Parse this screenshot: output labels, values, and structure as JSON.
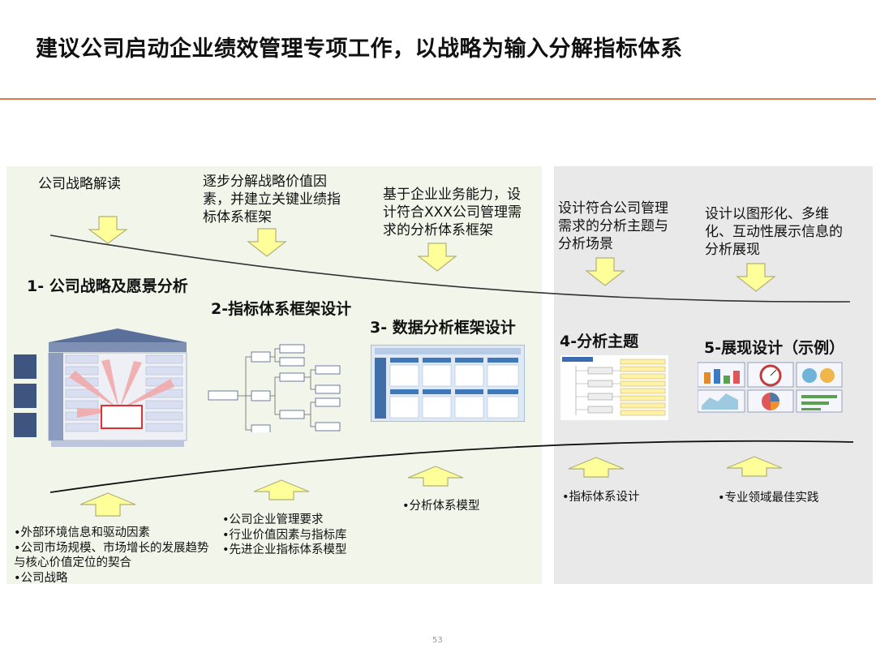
{
  "title": "建议公司启动企业绩效管理专项工作，以战略为输入分解指标体系",
  "top_inputs": [
    "公司战略解读",
    "逐步分解战略价值因素，并建立关键业绩指标体系框架",
    "基于企业业务能力，设计符合XXX公司管理需求的分析体系框架",
    "设计符合公司管理需求的分析主题与分析场景",
    "设计以图形化、多维化、互动性展示信息的分析展现"
  ],
  "steps": [
    "1- 公司战略及愿景分析",
    "2-指标体系框架设计",
    "3- 数据分析框架设计",
    "4-分析主题",
    "5-展现设计（示例）"
  ],
  "bottom_inputs": {
    "col1": [
      "•外部环境信息和驱动因素",
      "•公司市场规模、市场增长的发展趋势与核心价值定位的契合",
      "•公司战略"
    ],
    "col2": [
      "•公司企业管理要求",
      "•行业价值因素与指标库",
      "•先进企业指标体系模型"
    ],
    "col3": [
      "•分析体系模型"
    ],
    "col4": [
      "•指标体系设计"
    ],
    "col5": [
      "•专业领域最佳实践"
    ]
  },
  "page_number": "53",
  "colors": {
    "accent_line": "#e0764a",
    "arrow_fill": "#ffff99",
    "arrow_stroke": "#b0b07a",
    "left_panel": "#f1f5ea",
    "right_panel": "#e9e9e9"
  }
}
